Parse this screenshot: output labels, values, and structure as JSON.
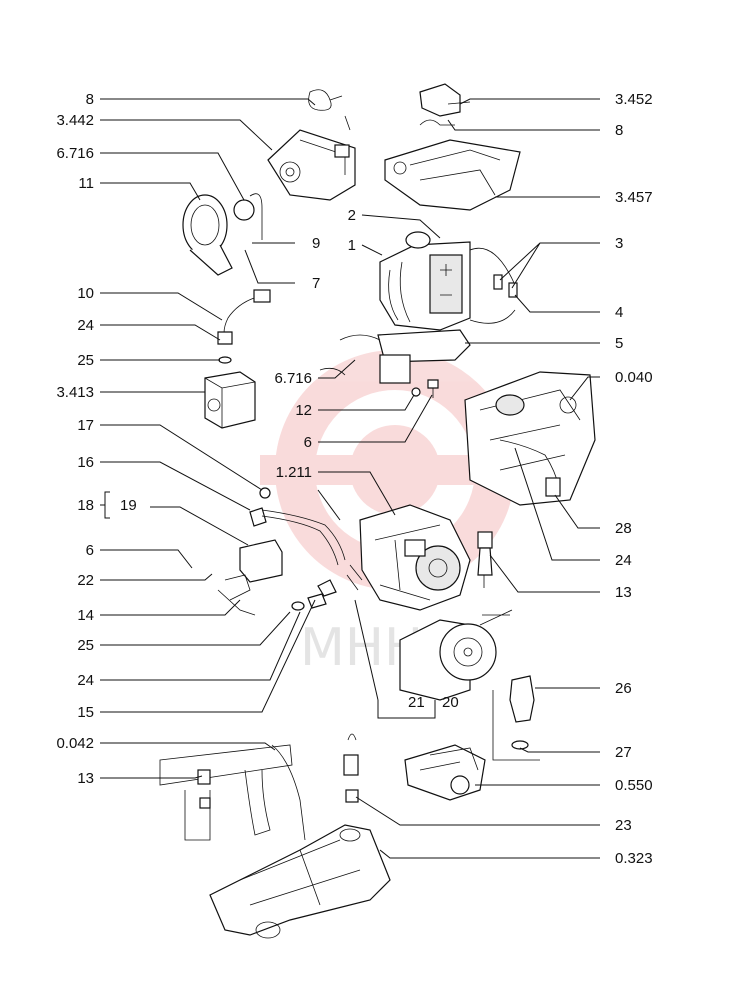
{
  "labels": {
    "l8a": "8",
    "l3442": "3.442",
    "l6716a": "6.716",
    "l11": "11",
    "l9": "9",
    "l7": "7",
    "l10": "10",
    "l24a": "24",
    "l25a": "25",
    "l3413": "3.413",
    "l3452": "3.452",
    "l8b": "8",
    "l3457": "3.457",
    "l2": "2",
    "l1": "1",
    "l3": "3",
    "l4": "4",
    "l5": "5",
    "l6716b": "6.716",
    "l12": "12",
    "l6a": "6",
    "l0040": "0.040",
    "l17": "17",
    "l16": "16",
    "l18": "18",
    "l19": "19",
    "l1211": "1.211",
    "l6b": "6",
    "l22": "22",
    "l14": "14",
    "l25b": "25",
    "l24b": "24",
    "l15": "15",
    "l28": "28",
    "l24c": "24",
    "l13a": "13",
    "l21": "21",
    "l20": "20",
    "l26": "26",
    "l27": "27",
    "l0550": "0.550",
    "l0042": "0.042",
    "l13b": "13",
    "l23": "23",
    "l0323": "0.323"
  },
  "watermark": {
    "text": "MHH",
    "color": "#e04040"
  }
}
